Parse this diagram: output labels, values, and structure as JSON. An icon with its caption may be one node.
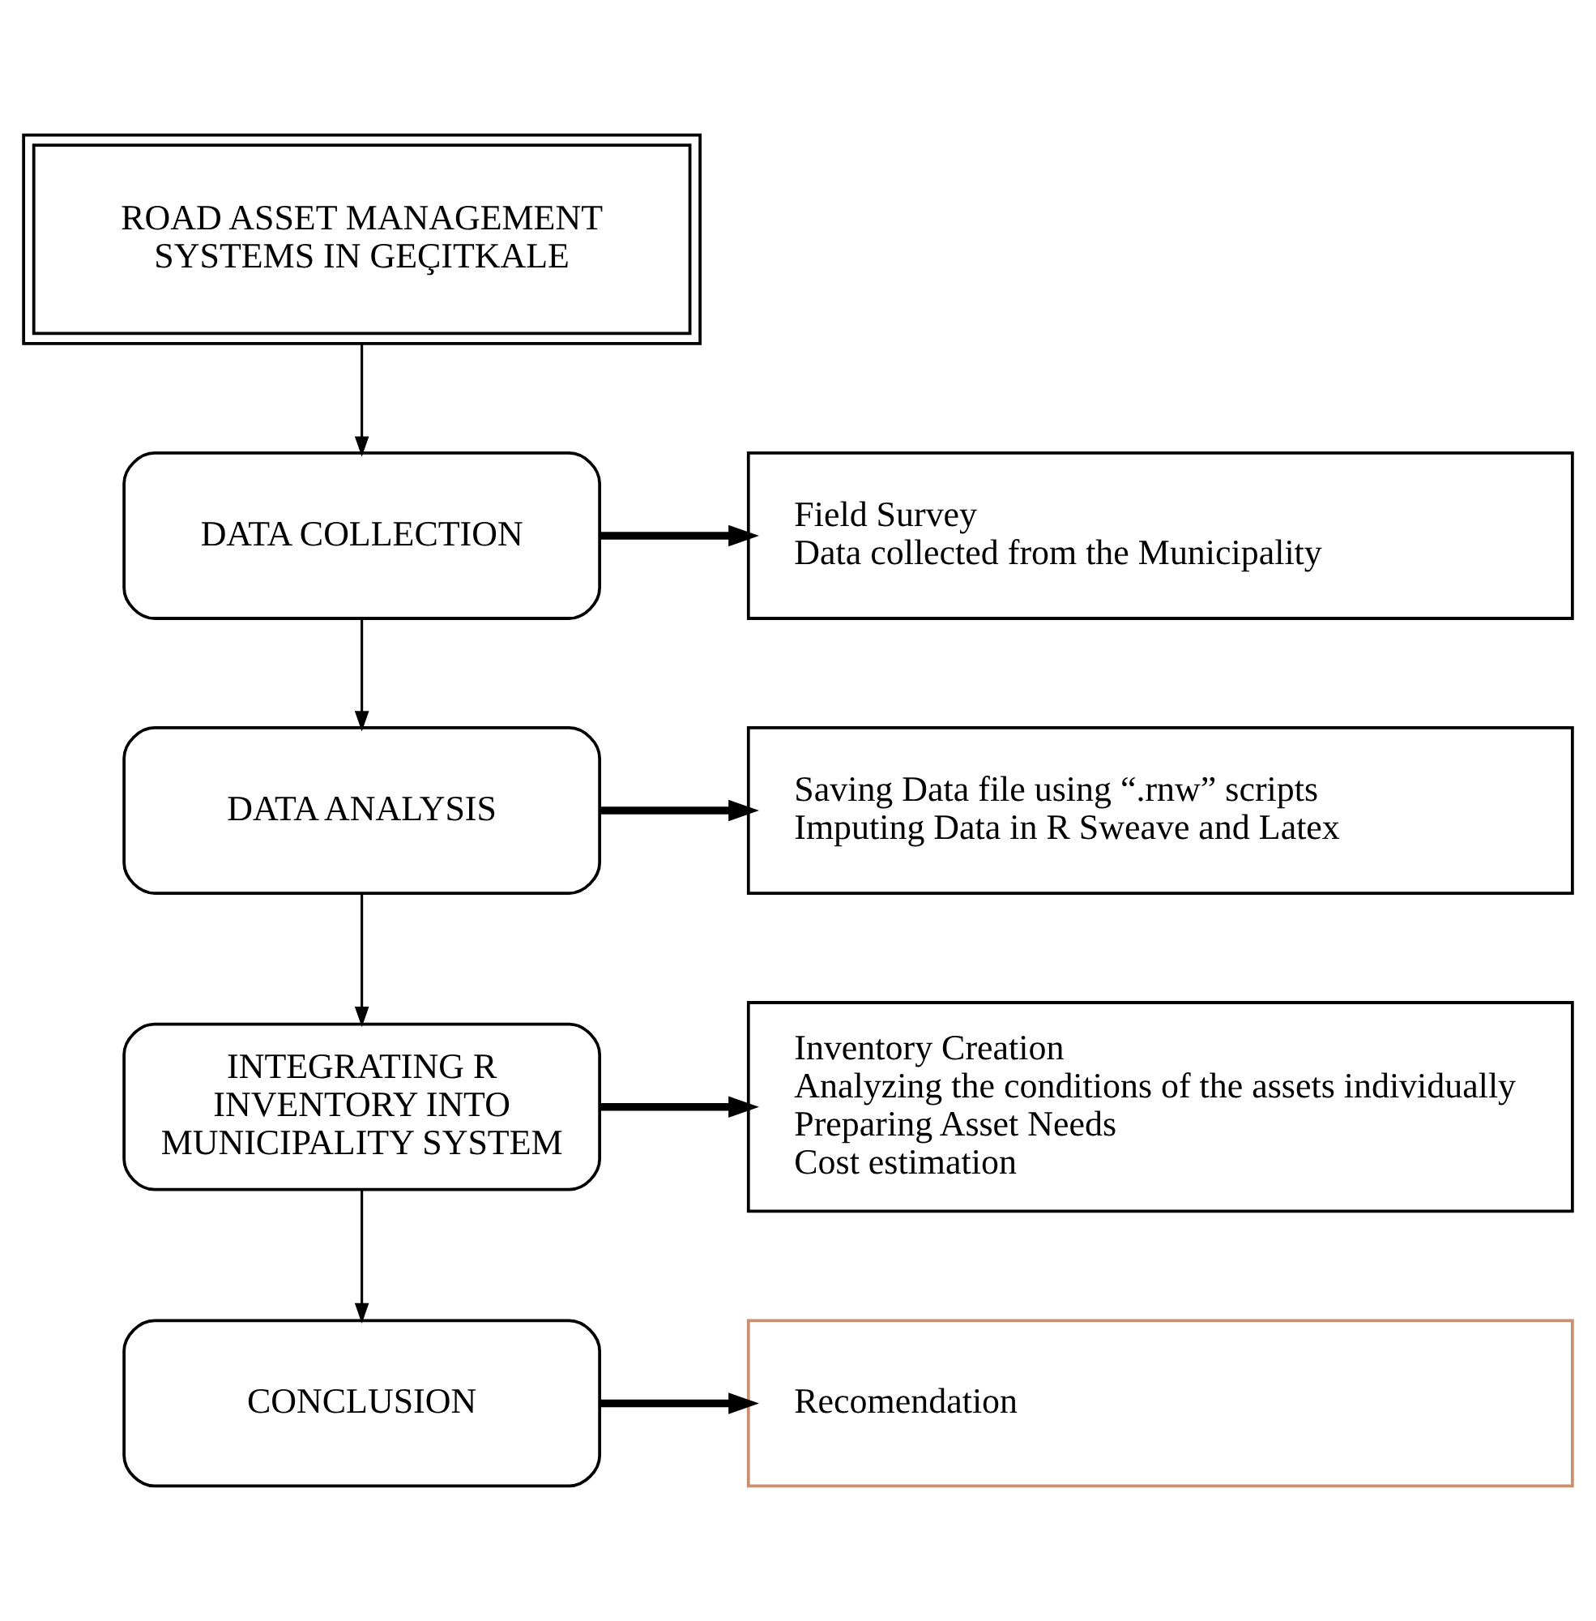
{
  "diagram": {
    "nodes": [
      {
        "text": [
          "ROAD ASSET MANAGEMENT SYSTEMS IN GEÇITKALE"
        ]
      },
      {
        "text": [
          "DATA COLLECTION"
        ]
      },
      {
        "text": [
          "Field Survey",
          "Data collected from the Municipality"
        ]
      },
      {
        "text": [
          "DATA ANALYSIS"
        ]
      },
      {
        "text": [
          "Saving Data file using “.rnw” scripts",
          "Imputing Data in R Sweave and Latex"
        ]
      },
      {
        "text": [
          "INTEGRATING R INVENTORY INTO MUNICIPALITY SYSTEM"
        ]
      },
      {
        "text": [
          "Inventory Creation",
          "Analyzing the conditions of the assets individually",
          "Preparing Asset Needs",
          "Cost estimation"
        ]
      },
      {
        "text": [
          "CONCLUSION"
        ]
      },
      {
        "text": [
          "Recomendation"
        ]
      }
    ],
    "edges": [
      {
        "from": 0,
        "to": 1,
        "arrow": "to"
      },
      {
        "from": 1,
        "to": 2,
        "arrow": "to",
        "style": "thick"
      },
      {
        "from": 1,
        "to": 3,
        "arrow": "to"
      },
      {
        "from": 3,
        "to": 4,
        "arrow": "to",
        "style": "thick"
      },
      {
        "from": 3,
        "to": 5,
        "arrow": "to"
      },
      {
        "from": 5,
        "to": 6,
        "arrow": "to",
        "style": "thick"
      },
      {
        "from": 5,
        "to": 7,
        "arrow": "to"
      },
      {
        "from": 7,
        "to": 8,
        "arrow": "to",
        "style": "thick"
      }
    ]
  }
}
